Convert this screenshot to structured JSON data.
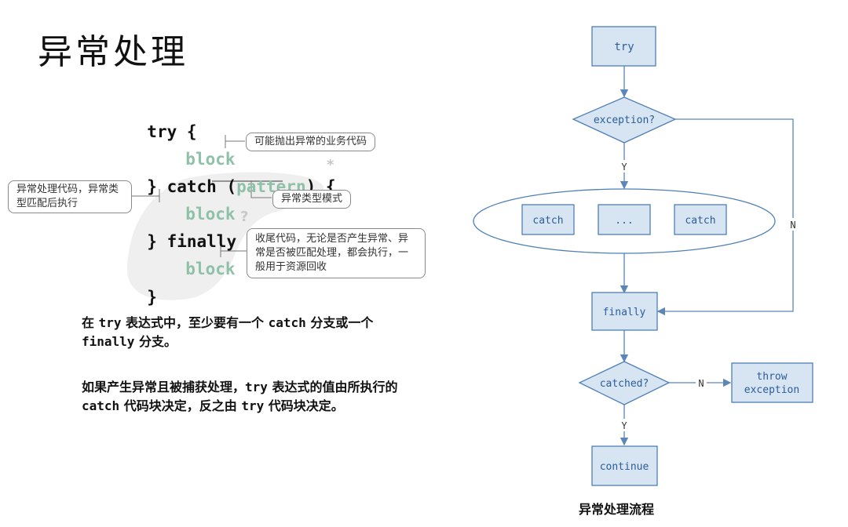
{
  "title": "异常处理",
  "code": {
    "line1": "try {",
    "line2": "block",
    "line3_pre": "} catch (",
    "line3_pattern": "pattern",
    "line3_post": ") {",
    "line4": "block",
    "line5": "} finally {",
    "line6": "block",
    "line7": "}",
    "marker_star": "*",
    "marker_question": "?"
  },
  "callouts": {
    "business": "可能抛出异常的业务代码",
    "handler": "异常处理代码，异常类型匹配后执行",
    "pattern": "异常类型模式",
    "finally": "收尾代码，无论是否产生异常、异常是否被匹配处理，都会执行，一般用于资源回收"
  },
  "paragraph1": {
    "t1": "在 ",
    "c1": "try",
    "t2": " 表达式中，至少要有一个 ",
    "c2": "catch",
    "t3": " 分支或一个 ",
    "c3": "finally",
    "t4": " 分支。"
  },
  "paragraph2": {
    "t1": "如果产生异常且被捕获处理，",
    "c1": "try",
    "t2": " 表达式的值由所执行的 ",
    "c2": "catch",
    "t3": " 代码块决定，反之由 ",
    "c3": "try",
    "t4": " 代码块决定。"
  },
  "flow": {
    "try": "try",
    "exception": "exception?",
    "y1": "Y",
    "n1": "N",
    "catch1": "catch",
    "ellipsis": "...",
    "catch2": "catch",
    "finally": "finally",
    "catched": "catched?",
    "n2": "N",
    "throw1": "throw",
    "throw2": "exception",
    "y2": "Y",
    "continue": "continue",
    "caption": "异常处理流程"
  },
  "colors": {
    "box_fill": "#d7e4f2",
    "box_stroke": "#4f7fb5",
    "line": "#5b86b8",
    "code_green": "#8fc1a9",
    "blob": "#efefef"
  }
}
